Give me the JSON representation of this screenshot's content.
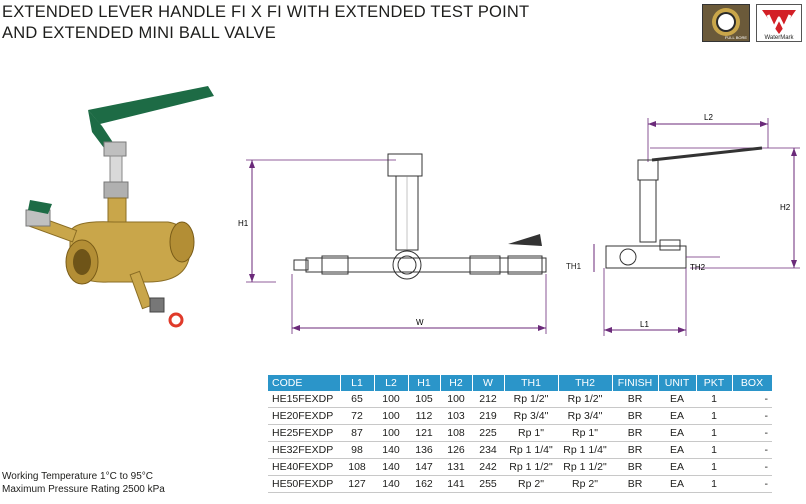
{
  "title": {
    "line1": "EXTENDED LEVER HANDLE FI X FI WITH EXTENDED TEST POINT",
    "line2": "AND EXTENDED MINI BALL VALVE"
  },
  "logos": {
    "full_bore_text": "FULL BORE",
    "watermark_text": "WaterMark"
  },
  "dimensions": {
    "H1": "H1",
    "W": "W",
    "L1": "L1",
    "L2": "L2",
    "H2": "H2",
    "TH1": "TH1",
    "TH2": "TH2"
  },
  "specs": {
    "working_temperature": "Working Temperature  1°C to 95°C",
    "max_pressure": "Maximum Pressure Rating  2500 kPa"
  },
  "table": {
    "headers": [
      "CODE",
      "L1",
      "L2",
      "H1",
      "H2",
      "W",
      "TH1",
      "TH2",
      "FINISH",
      "UNIT",
      "PKT",
      "BOX"
    ],
    "rows": [
      [
        "HE15FEXDP",
        "65",
        "100",
        "105",
        "100",
        "212",
        "Rp 1/2\"",
        "Rp 1/2\"",
        "BR",
        "EA",
        "1",
        "-"
      ],
      [
        "HE20FEXDP",
        "72",
        "100",
        "112",
        "103",
        "219",
        "Rp 3/4\"",
        "Rp 3/4\"",
        "BR",
        "EA",
        "1",
        "-"
      ],
      [
        "HE25FEXDP",
        "87",
        "100",
        "121",
        "108",
        "225",
        "Rp 1\"",
        "Rp 1\"",
        "BR",
        "EA",
        "1",
        "-"
      ],
      [
        "HE32FEXDP",
        "98",
        "140",
        "136",
        "126",
        "234",
        "Rp 1 1/4\"",
        "Rp 1 1/4\"",
        "BR",
        "EA",
        "1",
        "-"
      ],
      [
        "HE40FEXDP",
        "108",
        "140",
        "147",
        "131",
        "242",
        "Rp 1 1/2\"",
        "Rp 1 1/2\"",
        "BR",
        "EA",
        "1",
        "-"
      ],
      [
        "HE50FEXDP",
        "127",
        "140",
        "162",
        "141",
        "255",
        "Rp 2\"",
        "Rp 2\"",
        "BR",
        "EA",
        "1",
        "-"
      ]
    ]
  },
  "colors": {
    "header_bg": "#2b95c9",
    "dimension_line": "#6b2a7a",
    "handle_green": "#1d6b45",
    "brass": "#c9a64a"
  }
}
